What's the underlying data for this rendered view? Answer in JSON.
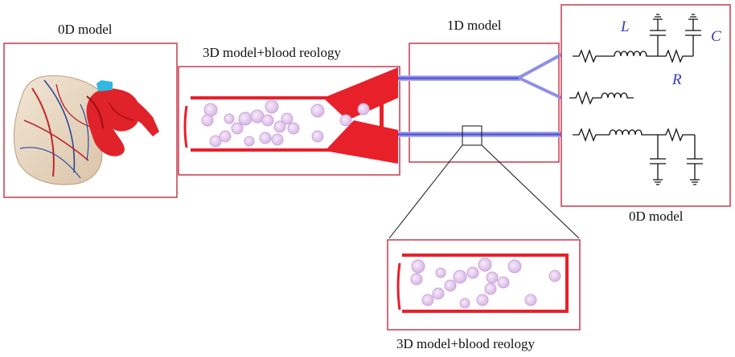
{
  "labels": {
    "heart_model": "0D model",
    "vessel_model_top": "3D model+blood reology",
    "network_model": "1D model",
    "circuit_model": "0D model",
    "vessel_model_bottom": "3D model+blood reology"
  },
  "circuit_symbols": {
    "inductance": "L",
    "resistance": "R",
    "capacitance": "C"
  },
  "colors": {
    "box_border": "#c8394f",
    "vessel_red": "#e8202a",
    "blood_cell": "#e6c8ef",
    "blood_cell_edge": "#cda4dd",
    "vessel_blue": "#5a5ad8",
    "symbol_blue": "#3a3ab8"
  },
  "icons": {
    "heart": "heart-illustration",
    "resistor": "resistor-zigzag",
    "inductor": "inductor-coil",
    "capacitor": "capacitor-ground"
  }
}
